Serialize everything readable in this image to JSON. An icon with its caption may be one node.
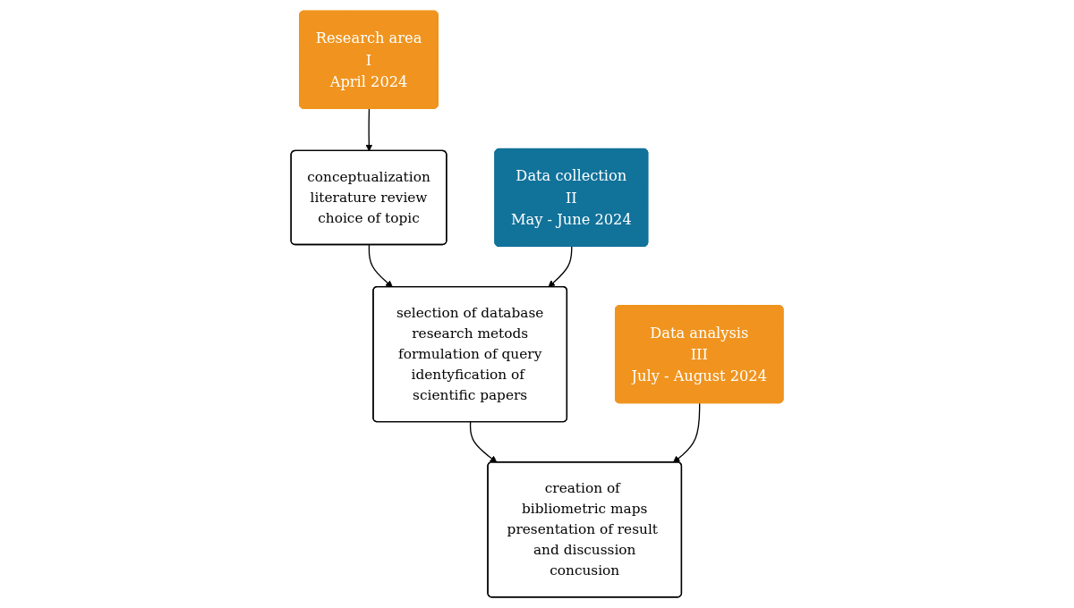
{
  "diagram": {
    "nodes": [
      {
        "text": [
          "Research area",
          "I",
          "April 2024"
        ]
      },
      {
        "text": [
          "conceptualization",
          "literature review",
          "choice of topic"
        ]
      },
      {
        "text": [
          "Data collection",
          "II",
          "May - June 2024"
        ]
      },
      {
        "text": [
          "selection of database",
          "research metods",
          "formulation of query",
          "identyfication of scientific papers"
        ]
      },
      {
        "text": [
          "Data analysis",
          "III",
          "July - August 2024"
        ]
      },
      {
        "text": [
          "creation of bibliometric maps",
          "presentation of result and discussion",
          "concusion"
        ]
      }
    ],
    "edges": [
      {
        "from": 0,
        "to": 1,
        "arrow": "to"
      },
      {
        "from": 1,
        "to": 3,
        "arrow": "to"
      },
      {
        "from": 2,
        "to": 3,
        "arrow": "to"
      },
      {
        "from": 3,
        "to": 5,
        "arrow": "to"
      },
      {
        "from": 4,
        "to": 5,
        "arrow": "to"
      }
    ]
  }
}
